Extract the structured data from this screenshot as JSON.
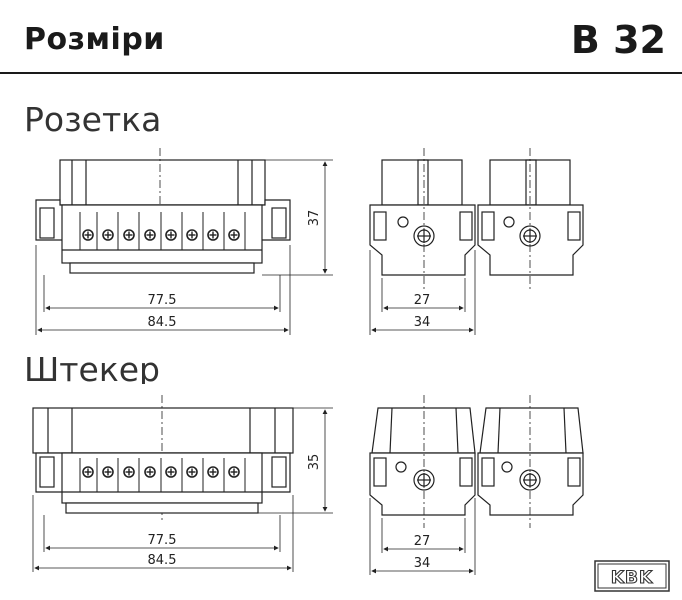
{
  "header": {
    "title": "Розміри",
    "code": "B 32"
  },
  "sections": [
    {
      "label": "Розетка",
      "side": {
        "inner_width": "77.5",
        "outer_width": "84.5",
        "height": "37"
      },
      "front": {
        "inner_width": "27",
        "outer_width": "34"
      }
    },
    {
      "label": "Штекер",
      "side": {
        "inner_width": "77.5",
        "outer_width": "84.5",
        "height": "35"
      },
      "front": {
        "inner_width": "27",
        "outer_width": "34"
      }
    }
  ],
  "logo": {
    "text": "KBK"
  }
}
